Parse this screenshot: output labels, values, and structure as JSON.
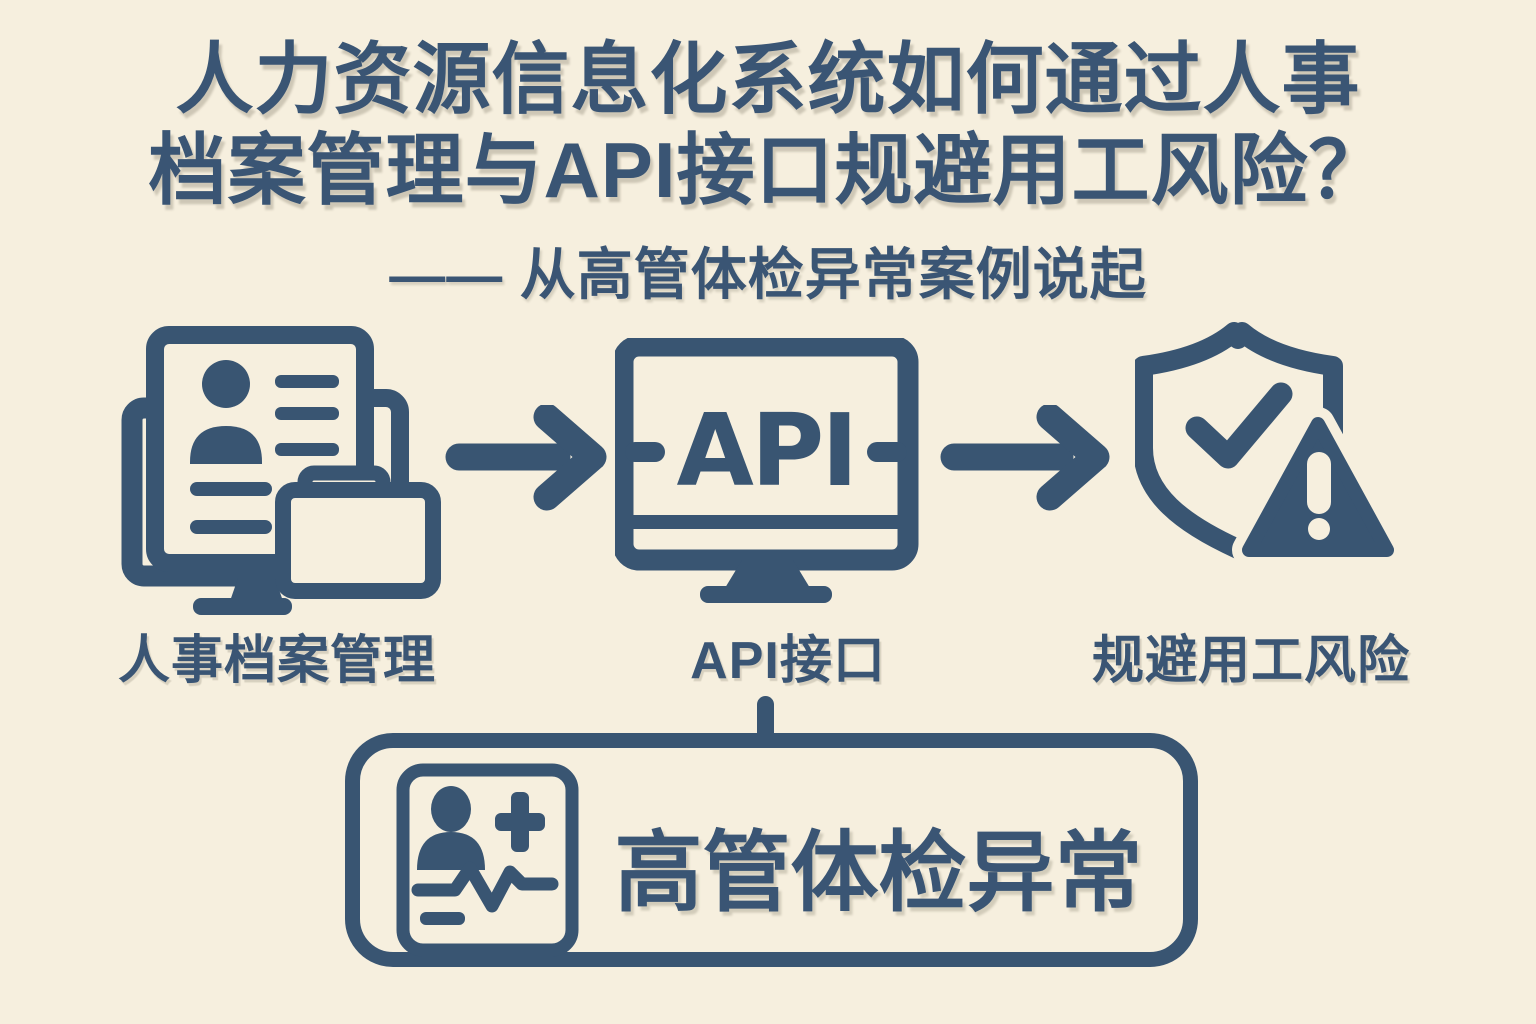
{
  "colors": {
    "background": "#f6efde",
    "ink": "#395572",
    "text": "#3a5574"
  },
  "title": {
    "line1": "人力资源信息化系统如何通过人事",
    "line2": "档案管理与API接口规避用工风险？",
    "subtitle": "—— 从高管体检异常案例说起"
  },
  "flow": {
    "steps": [
      {
        "label": "人事档案管理",
        "icon": "personnel-files-icon"
      },
      {
        "label": "API接口",
        "icon": "api-monitor-icon",
        "screen_text": "API"
      },
      {
        "label": "规避用工风险",
        "icon": "shield-warning-icon"
      }
    ],
    "arrows": [
      "flow-arrow-1",
      "flow-arrow-2"
    ]
  },
  "callout": {
    "label": "高管体检异常",
    "icon": "health-record-icon"
  }
}
